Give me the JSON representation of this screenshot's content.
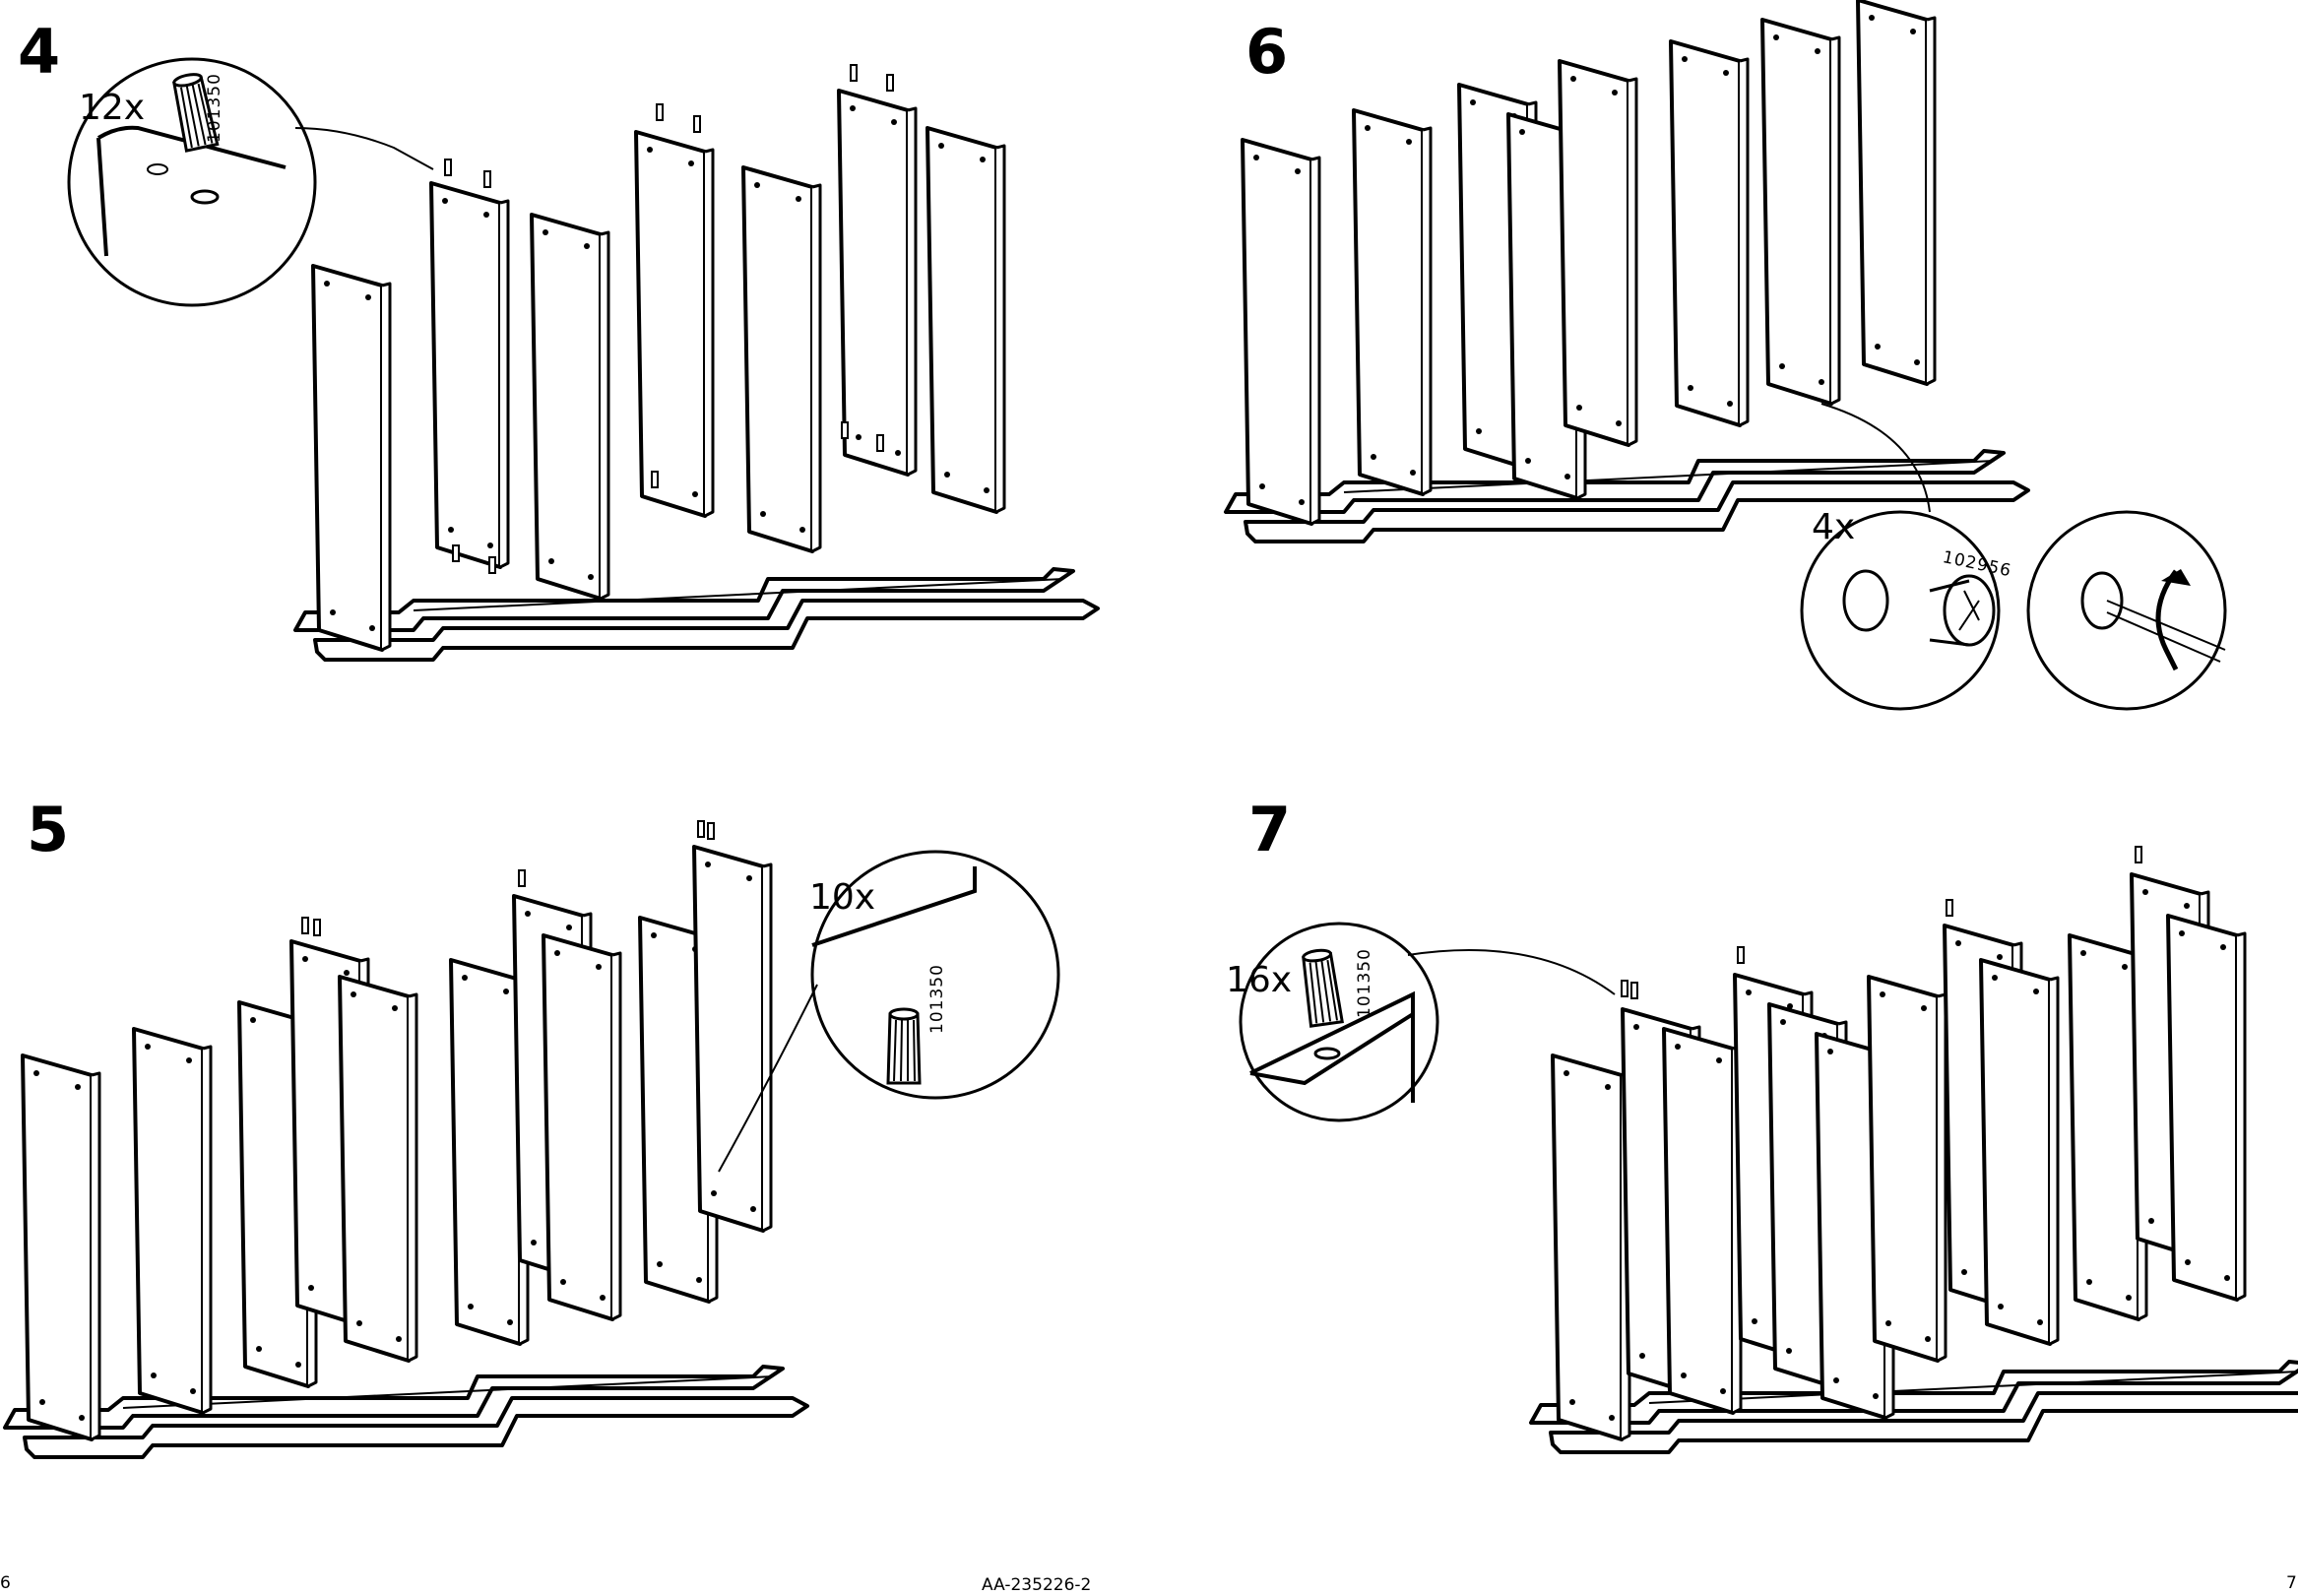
{
  "steps": [
    {
      "number": "4",
      "quantity": "12x",
      "part_number": "101350"
    },
    {
      "number": "6",
      "quantity": "4x",
      "part_number": "102956"
    },
    {
      "number": "5",
      "quantity": "10x",
      "part_number": "101350"
    },
    {
      "number": "7",
      "quantity": "16x",
      "part_number": "101350"
    }
  ],
  "footer": {
    "left_page": "6",
    "document_id": "AA-235226-2",
    "right_page": "7"
  }
}
